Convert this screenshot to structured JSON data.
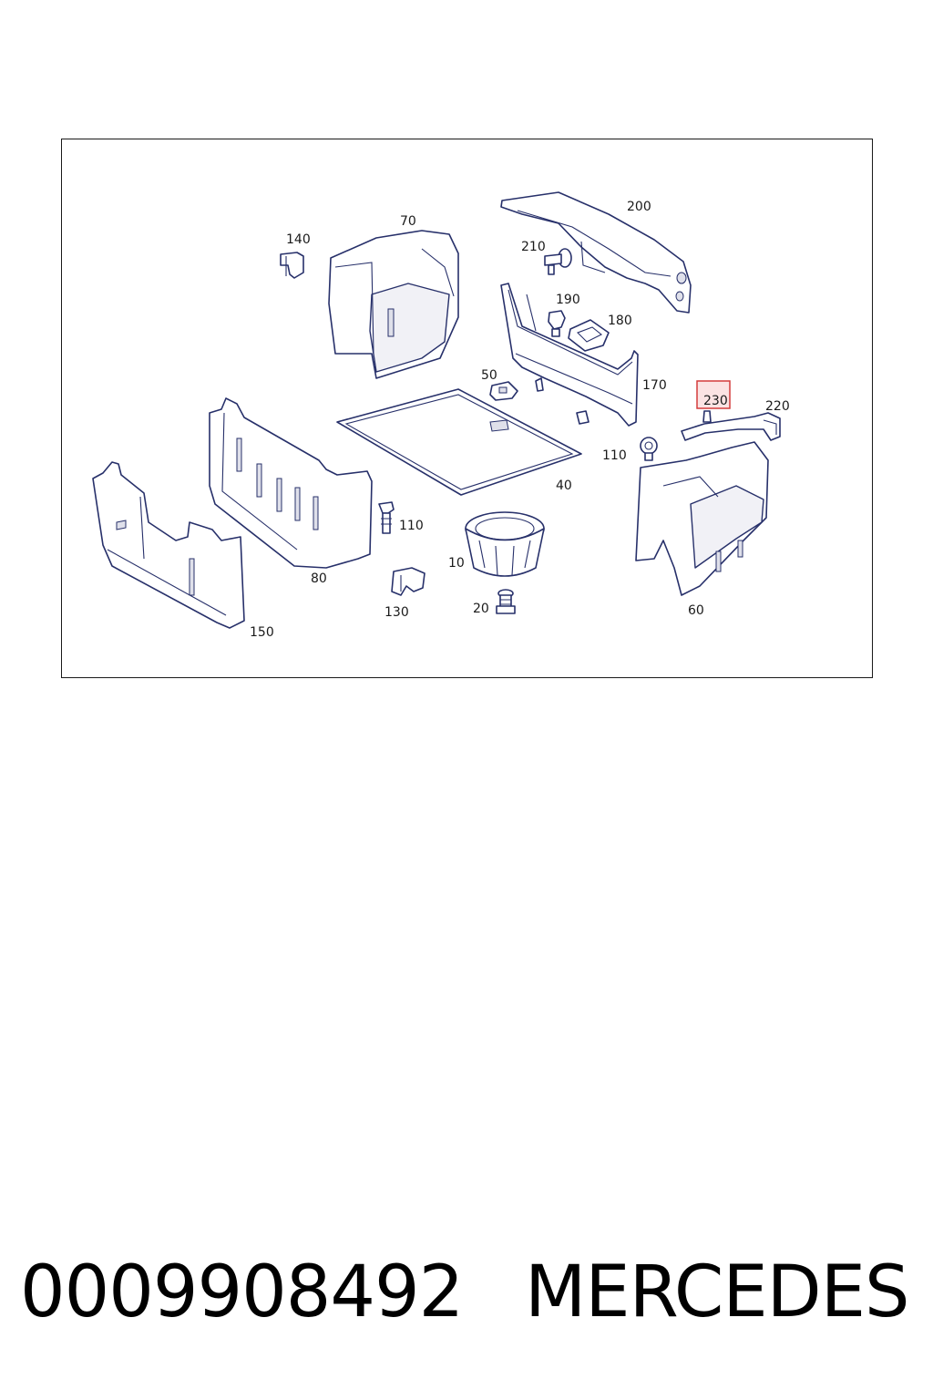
{
  "diagram": {
    "callouts": {
      "c10": "10",
      "c20": "20",
      "c40": "40",
      "c50": "50",
      "c60": "60",
      "c70": "70",
      "c80": "80",
      "c110a": "110",
      "c110b": "110",
      "c130": "130",
      "c140": "140",
      "c150": "150",
      "c170": "170",
      "c180": "180",
      "c190": "190",
      "c200": "200",
      "c210": "210",
      "c220": "220",
      "c230": "230"
    },
    "highlighted_part": "230",
    "colors": {
      "line": "#27306a",
      "highlight_border": "#d43c3c",
      "highlight_fill": "#fbe3e3"
    }
  },
  "footer": {
    "part_number": "0009908492",
    "brand": "MERCEDES"
  }
}
